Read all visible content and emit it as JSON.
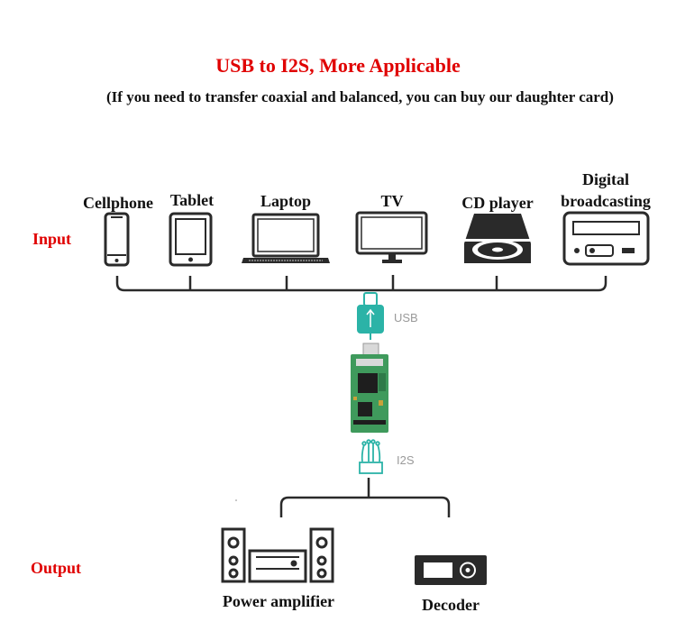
{
  "header": {
    "title": "USB to I2S, More Applicable",
    "subtitle": "(If you need to transfer coaxial and balanced, you can buy our daughter card)"
  },
  "input": {
    "label": "Input",
    "devices": [
      {
        "label": "Cellphone",
        "icon": "cellphone-icon"
      },
      {
        "label": "Tablet",
        "icon": "tablet-icon"
      },
      {
        "label": "Laptop",
        "icon": "laptop-icon"
      },
      {
        "label": "TV",
        "icon": "tv-icon"
      },
      {
        "label": "CD player",
        "icon": "cd-player-icon"
      },
      {
        "label": "Digital broadcasting",
        "icon": "radio-icon"
      }
    ]
  },
  "interfaces": {
    "usb_label": "USB",
    "i2s_label": "I2S"
  },
  "output": {
    "label": "Output",
    "devices": [
      {
        "label": "Power amplifier",
        "icon": "power-amplifier-icon"
      },
      {
        "label": "Decoder",
        "icon": "decoder-icon"
      }
    ]
  },
  "colors": {
    "heading": "#e00000",
    "teal": "#2bb3a7",
    "icon": "#2a2a2a",
    "pcb": "#3f9a5c"
  }
}
